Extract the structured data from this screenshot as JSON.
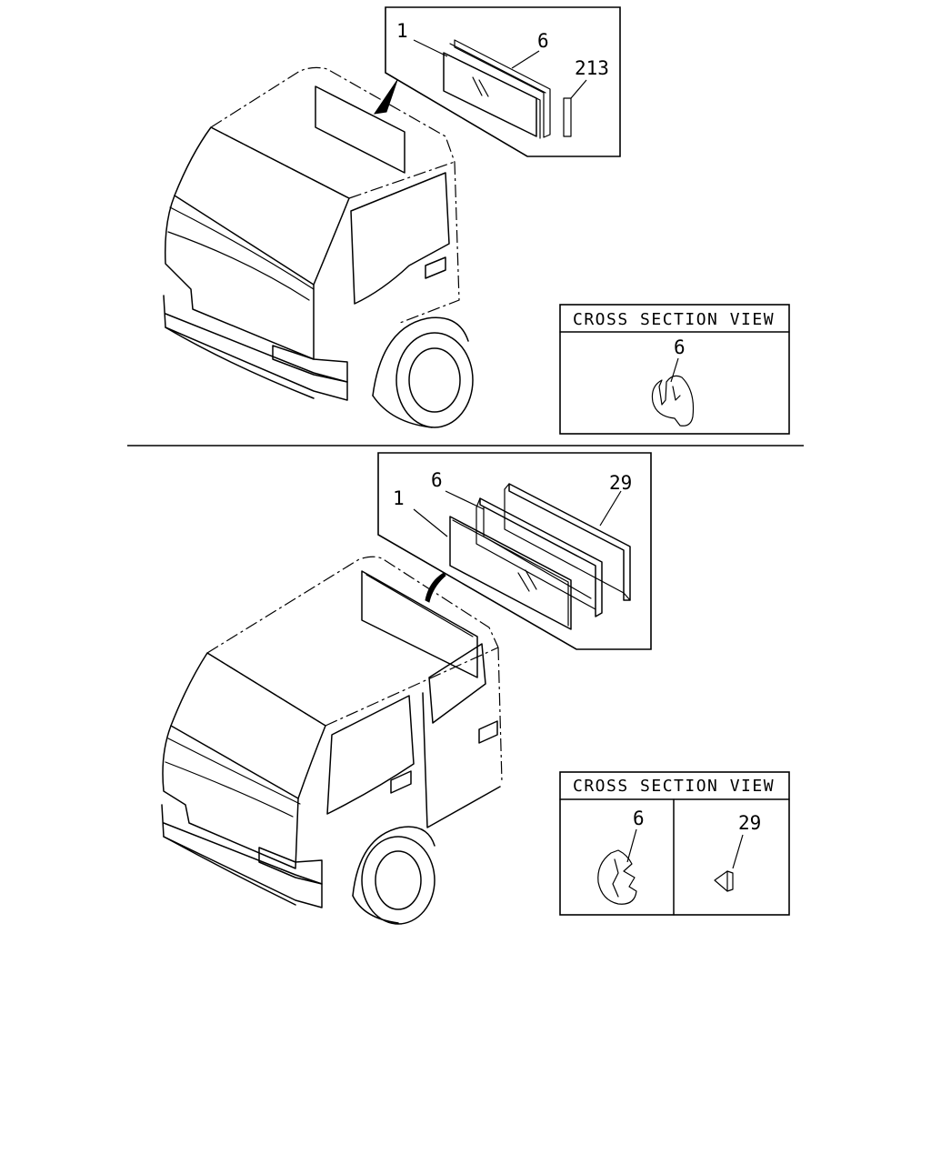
{
  "top_figure": {
    "callouts": {
      "glass": "1",
      "weatherstrip": "6",
      "trim": "213"
    },
    "cross_section": {
      "title": "CROSS SECTION VIEW",
      "part_label": "6"
    }
  },
  "bottom_figure": {
    "callouts": {
      "glass": "1",
      "weatherstrip": "6",
      "molding": "29"
    },
    "cross_section": {
      "title": "CROSS SECTION VIEW",
      "part_label_left": "6",
      "part_label_right": "29"
    }
  }
}
